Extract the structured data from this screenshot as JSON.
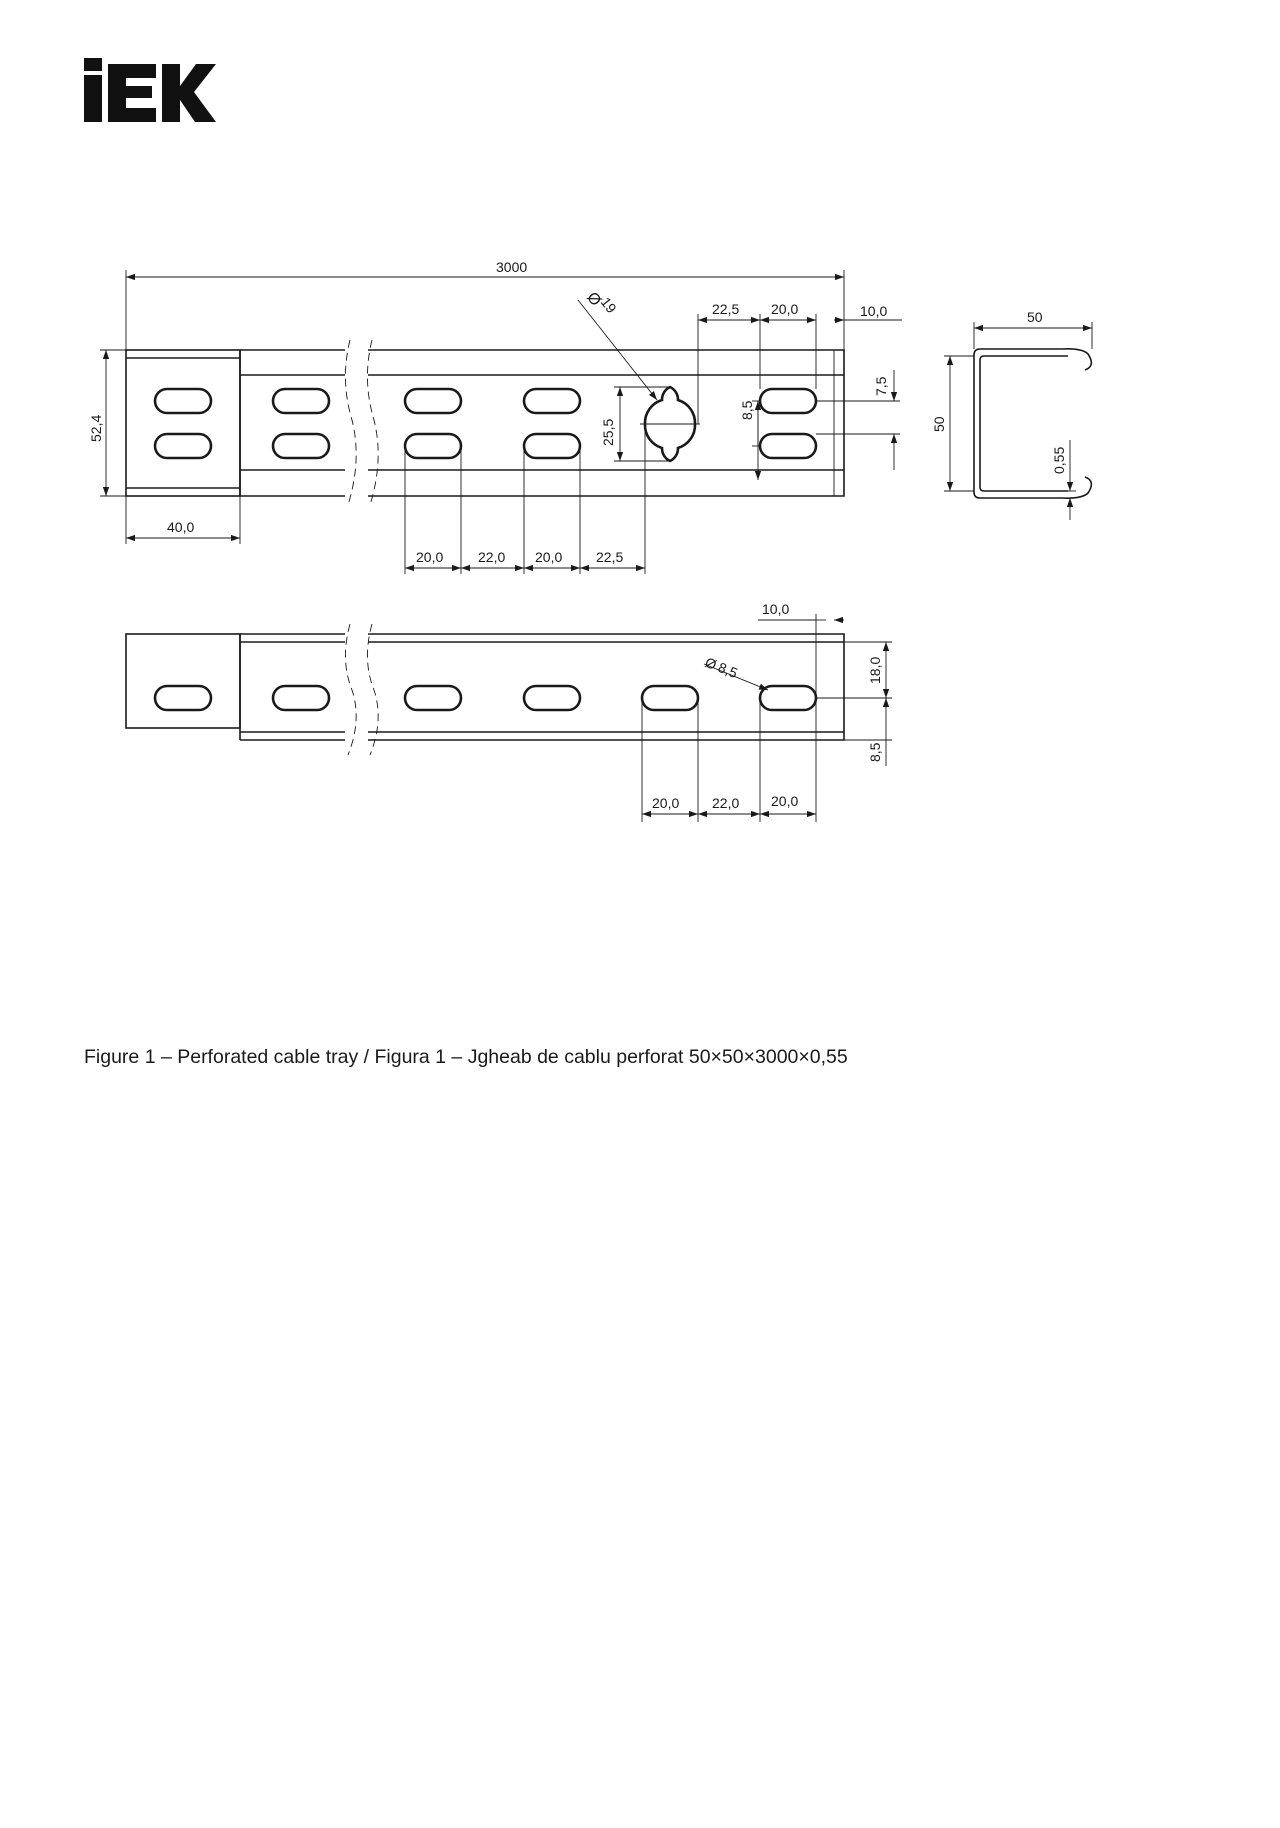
{
  "logo": {
    "text": "IEK"
  },
  "caption": "Figure 1 – Perforated cable tray / Figura 1 – Jgheab de cablu perforat 50×50×3000×0,55",
  "view_top": {
    "overall_length": "3000",
    "height": "52,4",
    "end_length": "40,0",
    "hole_diameter": "19",
    "spacing_top": [
      "22,5",
      "20,0",
      "10,0"
    ],
    "spacing_bottom": [
      "20,0",
      "22,0",
      "20,0",
      "22,5"
    ],
    "vertical": [
      "25,5",
      "8,5",
      "7,5"
    ]
  },
  "view_bottom": {
    "end_offset": "10,0",
    "slot_diameter": "8,5",
    "vertical": [
      "18,0",
      "8,5"
    ],
    "spacing": [
      "20,0",
      "22,0",
      "20,0"
    ]
  },
  "section": {
    "width": "50",
    "height": "50",
    "thickness": "0,55"
  }
}
